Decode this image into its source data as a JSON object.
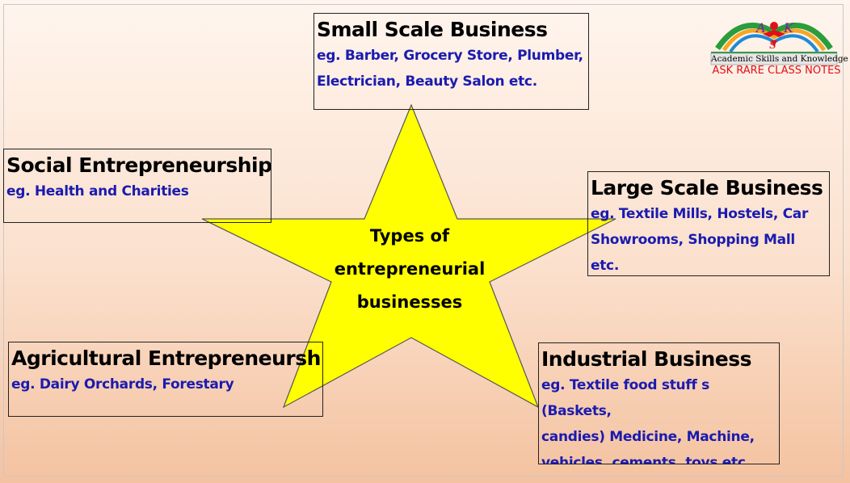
{
  "center": {
    "line1": "Types of",
    "line2": "entrepreneurial",
    "line3": "businesses"
  },
  "boxes": {
    "small_scale": {
      "title": "Small Scale Business",
      "line1": "eg. Barber, Grocery Store, Plumber,",
      "line2": "Electrician, Beauty Salon etc."
    },
    "social": {
      "title": "Social Entrepreneurships",
      "line1": "eg. Health and Charities"
    },
    "large_scale": {
      "title": "Large Scale Business",
      "line1": "eg. Textile Mills,  Hostels, Car",
      "line2": "Showrooms, Shopping Mall etc."
    },
    "agricultural": {
      "title": "Agricultural Entrepreneurships",
      "line1": "eg. Dairy Orchards, Forestary"
    },
    "industrial": {
      "title": "Industrial Business",
      "line1": "eg. Textile food stuff s (Baskets,",
      "line2": "candies)  Medicine, Machine,",
      "line3": "vehicles, cements, toys etc."
    }
  },
  "logo": {
    "letters": [
      "A",
      "S",
      "K"
    ],
    "tagline": "Academic Skills and Knowledge",
    "brand": "ASK RARE CLASS NOTES"
  },
  "colors": {
    "star_fill": "#ffff00",
    "title_text": "#000000",
    "example_text": "#1b1bb0",
    "brand_red": "#e0101a"
  }
}
